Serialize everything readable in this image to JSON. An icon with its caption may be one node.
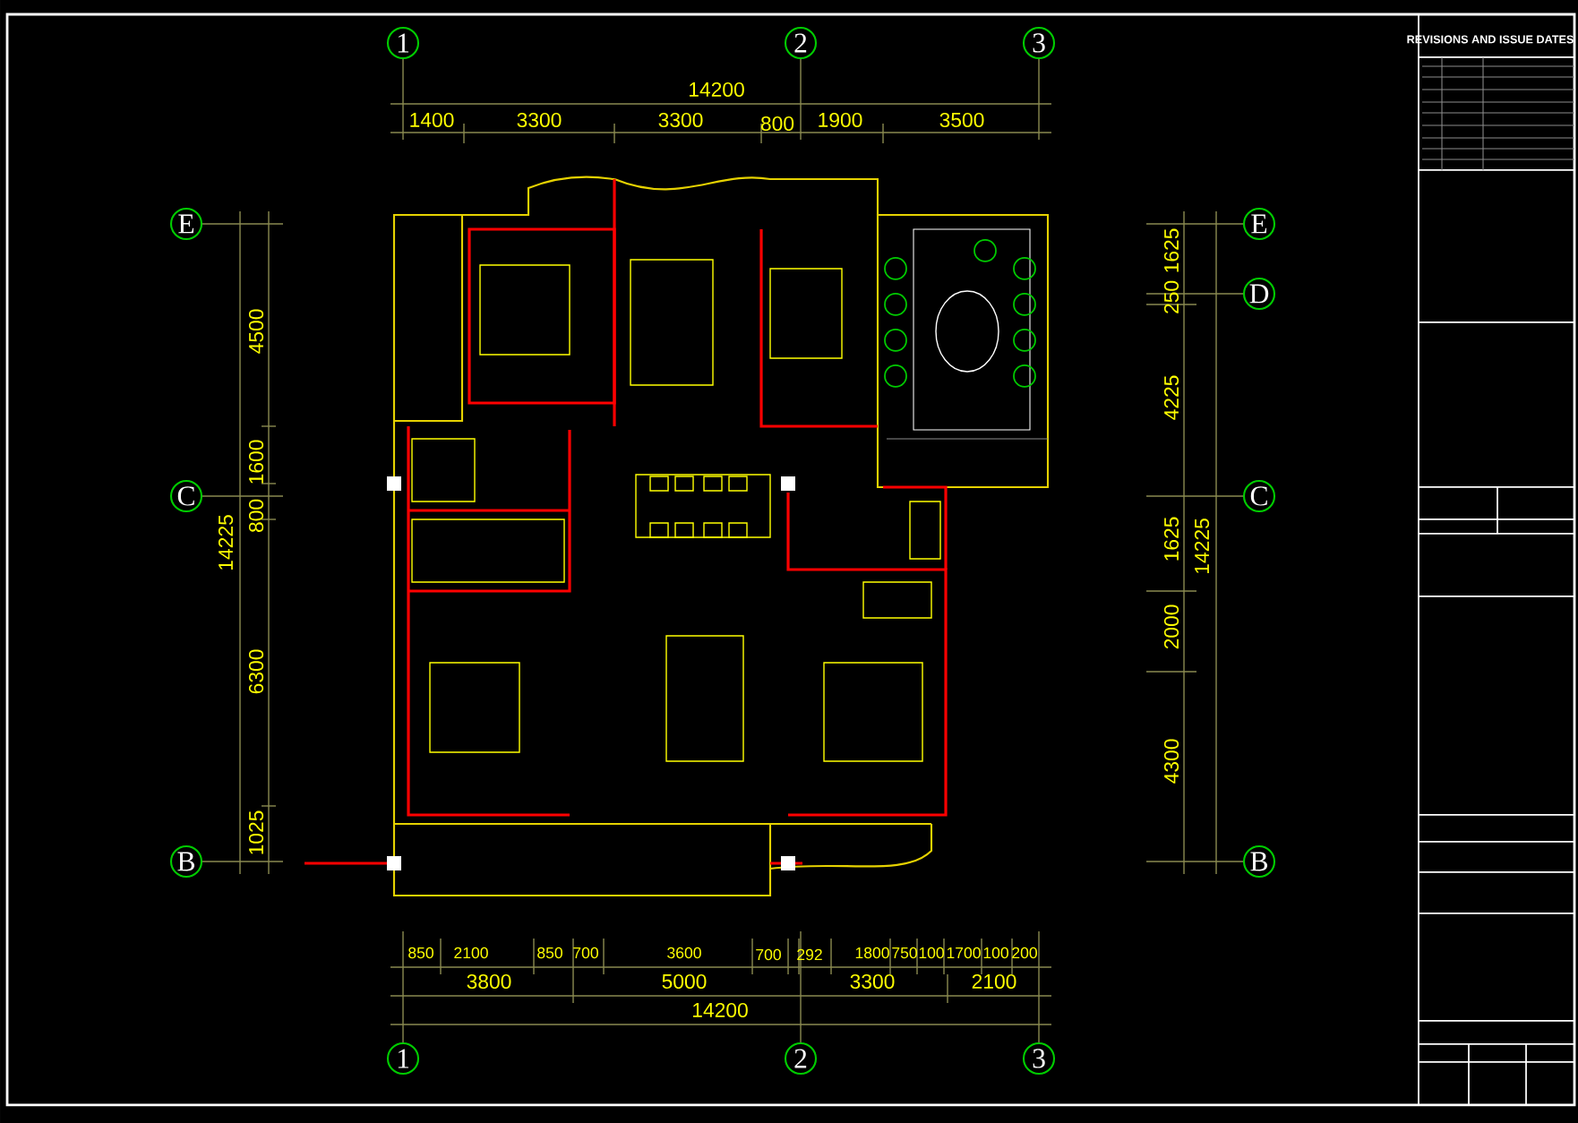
{
  "diagram": {
    "nodes": [
      {
        "text": [
          "1"
        ]
      },
      {
        "text": [
          "2"
        ]
      },
      {
        "text": [
          "3"
        ]
      },
      {
        "text": [
          "E"
        ]
      },
      {
        "text": [
          "C"
        ]
      },
      {
        "text": [
          "B"
        ]
      },
      {
        "text": [
          "E"
        ]
      },
      {
        "text": [
          "D"
        ]
      },
      {
        "text": [
          "C"
        ]
      },
      {
        "text": [
          "B"
        ]
      },
      {
        "text": [
          "1"
        ]
      },
      {
        "text": [
          "2"
        ]
      },
      {
        "text": [
          "3"
        ]
      }
    ],
    "labels": [
      "REVISIONS AND ISSUE DATES",
      "14200",
      "1400",
      "3300",
      "3300",
      "800",
      "1900",
      "3500",
      "4500",
      "1600",
      "800",
      "14225",
      "6300",
      "1025",
      "1625",
      "250",
      "4225",
      "1625",
      "14225",
      "2000",
      "4300",
      "850",
      "2100",
      "850",
      "700",
      "3600",
      "700",
      "292",
      "1800",
      "750",
      "100",
      "1700",
      "100",
      "200",
      "3800",
      "5000",
      "3300",
      "2100",
      "14200"
    ]
  }
}
